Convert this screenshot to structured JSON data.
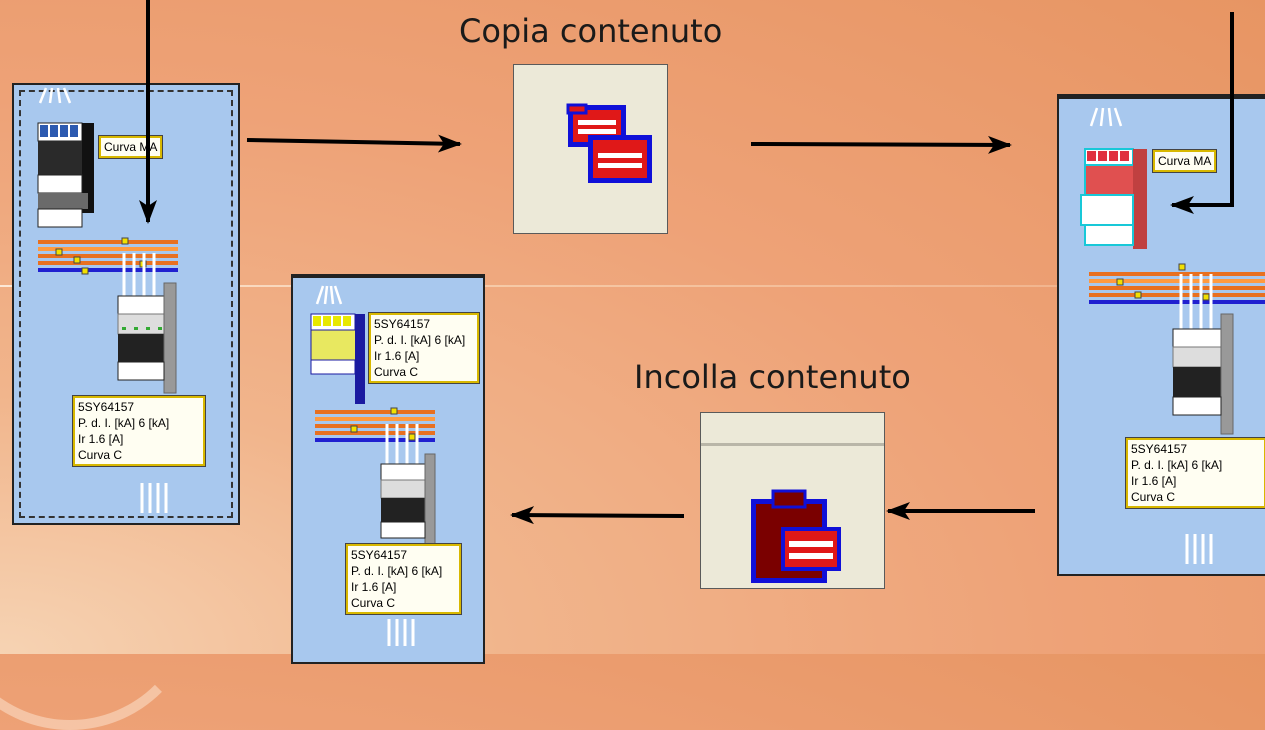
{
  "copy_title": "Copia contenuto",
  "paste_title": "Incolla contenuto",
  "labels": {
    "curve_short": "Curva MA",
    "breaker_code": "5SY64157",
    "breaking_capacity": "P. d. I. [kA] 6 [kA]",
    "rated_current": "Ir  1.6 [A]",
    "curve": "Curva C"
  },
  "icons": {
    "copy": "copy-icon",
    "paste": "paste-icon"
  },
  "colors": {
    "panel": "#a8c8ee",
    "icon_red": "#e01818",
    "icon_blue": "#1010d8",
    "icon_dark_red": "#7a0000",
    "label_border": "#d8b800"
  }
}
